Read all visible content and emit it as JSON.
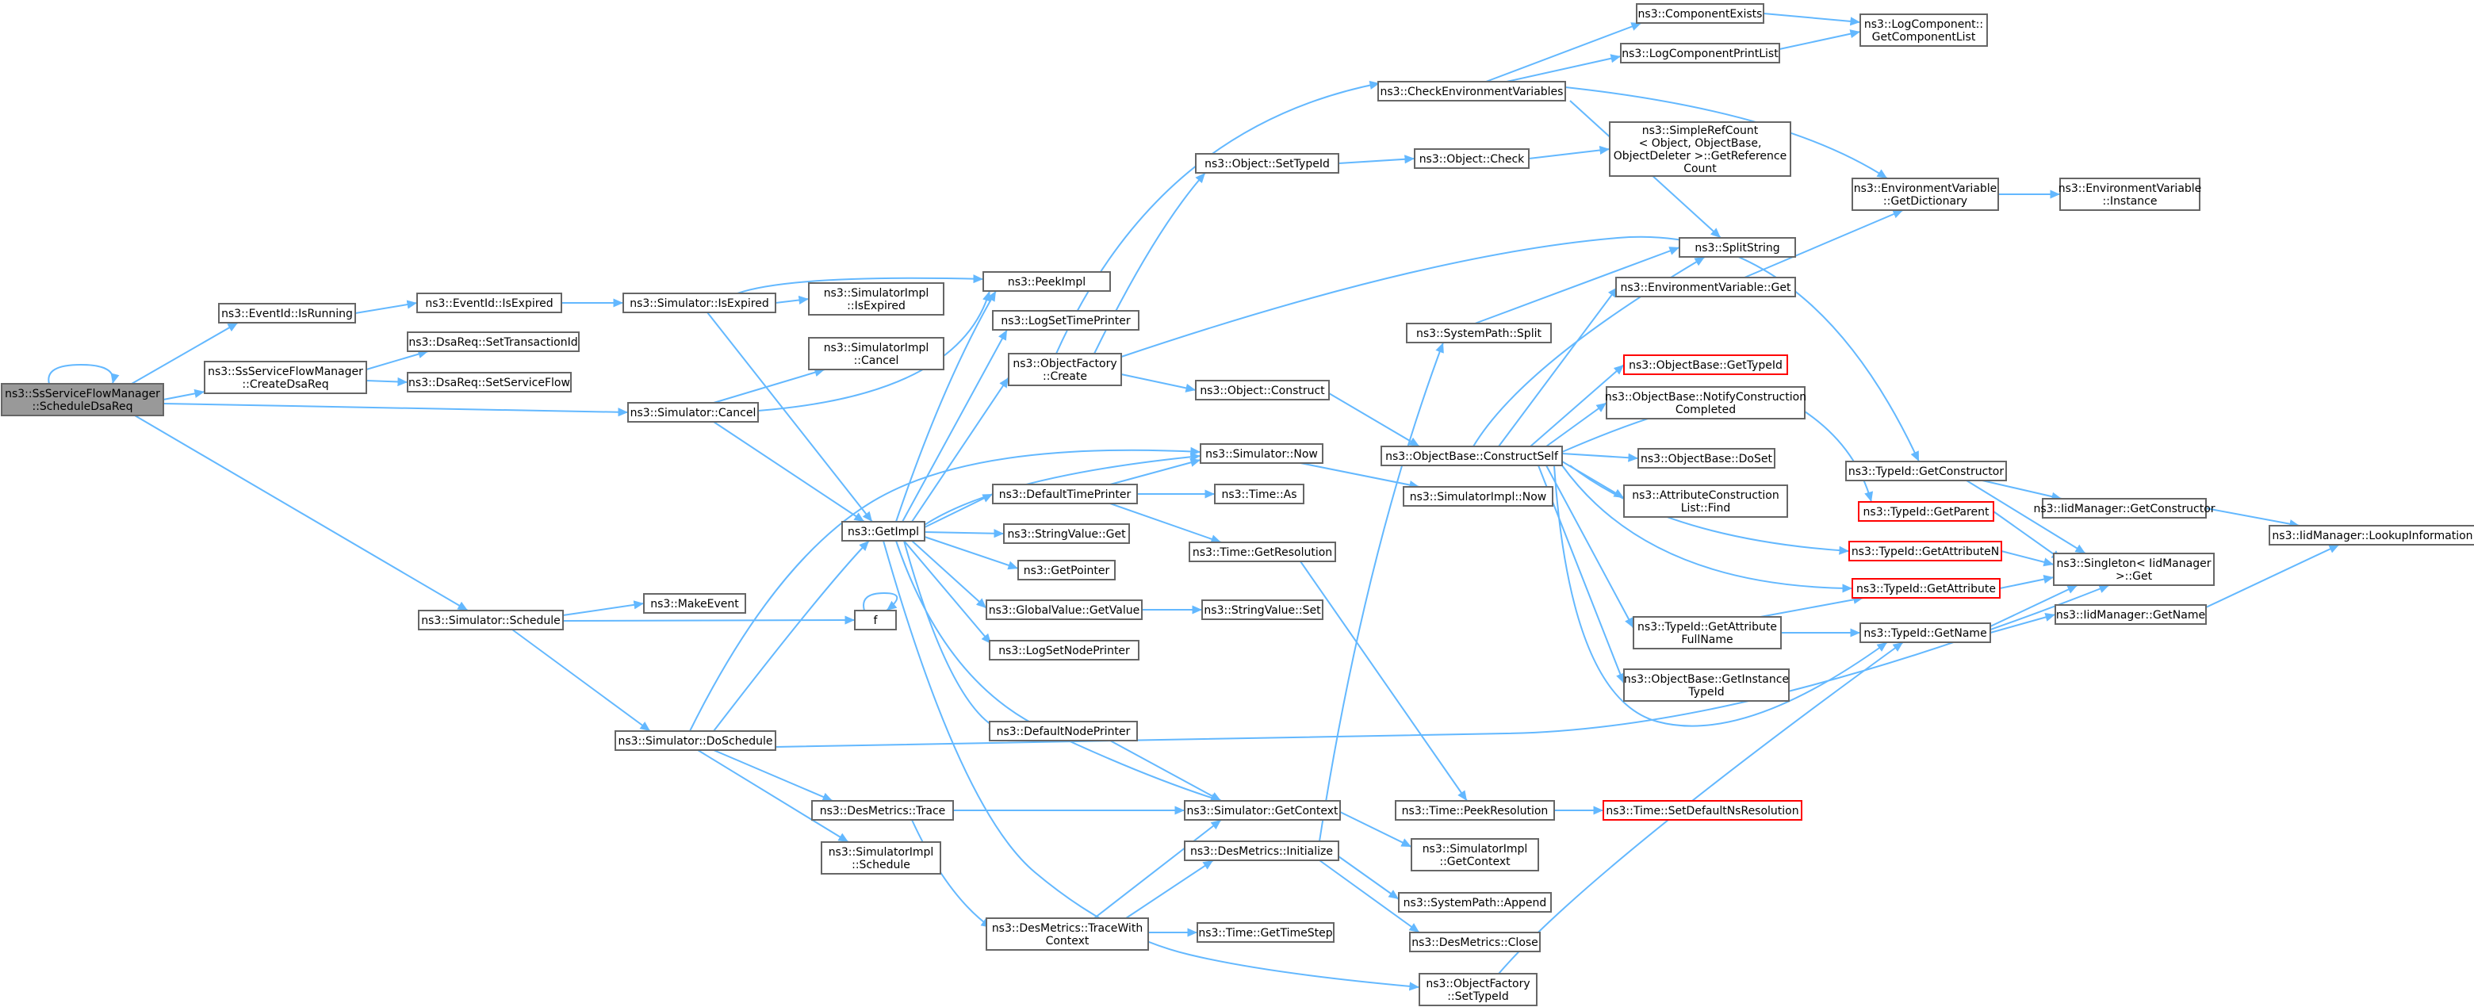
{
  "colors": {
    "edge": "#63b8ff",
    "border": "#666666",
    "red_border": "#ff0000",
    "root_fill": "#999999"
  },
  "nodes": {
    "n0": {
      "lines": [
        "ns3::SsServiceFlowManager",
        "::ScheduleDsaReq"
      ],
      "style": "root"
    },
    "n1": {
      "lines": [
        "ns3::EventId::IsRunning"
      ]
    },
    "n2": {
      "lines": [
        "ns3::SsServiceFlowManager",
        "::CreateDsaReq"
      ]
    },
    "n3": {
      "lines": [
        "ns3::Simulator::Cancel"
      ]
    },
    "n4": {
      "lines": [
        "ns3::Simulator::Schedule"
      ]
    },
    "n5": {
      "lines": [
        "ns3::EventId::IsExpired"
      ]
    },
    "n6": {
      "lines": [
        "ns3::DsaReq::SetTransactionId"
      ]
    },
    "n7": {
      "lines": [
        "ns3::DsaReq::SetServiceFlow"
      ]
    },
    "n8": {
      "lines": [
        "ns3::Simulator::IsExpired"
      ]
    },
    "n9": {
      "lines": [
        "ns3::SimulatorImpl",
        "::IsExpired"
      ]
    },
    "n10": {
      "lines": [
        "ns3::SimulatorImpl",
        "::Cancel"
      ]
    },
    "n11": {
      "lines": [
        "ns3::PeekImpl"
      ]
    },
    "n12": {
      "lines": [
        "ns3::GetImpl"
      ]
    },
    "n13": {
      "lines": [
        "ns3::MakeEvent"
      ]
    },
    "n14": {
      "lines": [
        "f"
      ]
    },
    "n15": {
      "lines": [
        "ns3::Simulator::DoSchedule"
      ]
    },
    "n16": {
      "lines": [
        "ns3::DesMetrics::Trace"
      ]
    },
    "n17": {
      "lines": [
        "ns3::SimulatorImpl",
        "::Schedule"
      ]
    },
    "n18": {
      "lines": [
        "ns3::LogSetTimePrinter"
      ]
    },
    "n19": {
      "lines": [
        "ns3::ObjectFactory",
        "::Create"
      ]
    },
    "n20": {
      "lines": [
        "ns3::DefaultTimePrinter"
      ]
    },
    "n21": {
      "lines": [
        "ns3::StringValue::Get"
      ]
    },
    "n22": {
      "lines": [
        "ns3::GetPointer"
      ]
    },
    "n23": {
      "lines": [
        "ns3::GlobalValue::GetValue"
      ]
    },
    "n24": {
      "lines": [
        "ns3::LogSetNodePrinter"
      ]
    },
    "n25": {
      "lines": [
        "ns3::DefaultNodePrinter"
      ]
    },
    "n26": {
      "lines": [
        "ns3::DesMetrics::TraceWith",
        "Context"
      ]
    },
    "n27": {
      "lines": [
        "ns3::Simulator::Now"
      ]
    },
    "n28": {
      "lines": [
        "ns3::Time::As"
      ]
    },
    "n29": {
      "lines": [
        "ns3::Time::GetResolution"
      ]
    },
    "n30": {
      "lines": [
        "ns3::StringValue::Set"
      ]
    },
    "n31": {
      "lines": [
        "ns3::Simulator::GetContext"
      ]
    },
    "n32": {
      "lines": [
        "ns3::DesMetrics::Initialize"
      ]
    },
    "n33": {
      "lines": [
        "ns3::Time::GetTimeStep"
      ]
    },
    "n34": {
      "lines": [
        "ns3::Object::SetTypeId"
      ]
    },
    "n35": {
      "lines": [
        "ns3::Object::Construct"
      ]
    },
    "n36": {
      "lines": [
        "ns3::SystemPath::Split"
      ]
    },
    "n37": {
      "lines": [
        "ns3::SimulatorImpl::Now"
      ]
    },
    "n38": {
      "lines": [
        "ns3::Time::PeekResolution"
      ]
    },
    "n39": {
      "lines": [
        "ns3::SimulatorImpl",
        "::GetContext"
      ]
    },
    "n40": {
      "lines": [
        "ns3::SystemPath::Append"
      ]
    },
    "n41": {
      "lines": [
        "ns3::DesMetrics::Close"
      ]
    },
    "n42": {
      "lines": [
        "ns3::ObjectFactory",
        "::SetTypeId"
      ]
    },
    "n43": {
      "lines": [
        "ns3::CheckEnvironmentVariables"
      ]
    },
    "n44": {
      "lines": [
        "ns3::Object::Check"
      ]
    },
    "n45": {
      "lines": [
        "ns3::ObjectBase::ConstructSelf"
      ]
    },
    "n46": {
      "lines": [
        "ns3::Time::SetDefaultNsResolution"
      ],
      "style": "red"
    },
    "n47": {
      "lines": [
        "ns3::ComponentExists"
      ]
    },
    "n48": {
      "lines": [
        "ns3::LogComponentPrintList"
      ]
    },
    "n49": {
      "lines": [
        "ns3::SimpleRefCount",
        "< Object, ObjectBase,",
        "ObjectDeleter >::GetReference",
        "Count"
      ]
    },
    "n50": {
      "lines": [
        "ns3::SplitString"
      ]
    },
    "n51": {
      "lines": [
        "ns3::EnvironmentVariable::Get"
      ]
    },
    "n52": {
      "lines": [
        "ns3::ObjectBase::GetTypeId"
      ],
      "style": "red"
    },
    "n53": {
      "lines": [
        "ns3::ObjectBase::NotifyConstruction",
        "Completed"
      ]
    },
    "n54": {
      "lines": [
        "ns3::ObjectBase::DoSet"
      ]
    },
    "n55": {
      "lines": [
        "ns3::AttributeConstruction",
        "List::Find"
      ]
    },
    "n56": {
      "lines": [
        "ns3::TypeId::GetAttribute",
        "FullName"
      ]
    },
    "n57": {
      "lines": [
        "ns3::ObjectBase::GetInstance",
        "TypeId"
      ]
    },
    "n58": {
      "lines": [
        "ns3::LogComponent::",
        "GetComponentList"
      ]
    },
    "n59": {
      "lines": [
        "ns3::EnvironmentVariable",
        "::GetDictionary"
      ]
    },
    "n60": {
      "lines": [
        "ns3::TypeId::GetConstructor"
      ]
    },
    "n61": {
      "lines": [
        "ns3::TypeId::GetParent"
      ],
      "style": "red"
    },
    "n62": {
      "lines": [
        "ns3::TypeId::GetAttributeN"
      ],
      "style": "red"
    },
    "n63": {
      "lines": [
        "ns3::TypeId::GetAttribute"
      ],
      "style": "red"
    },
    "n64": {
      "lines": [
        "ns3::TypeId::GetName"
      ]
    },
    "n65": {
      "lines": [
        "ns3::EnvironmentVariable",
        "::Instance"
      ]
    },
    "n66": {
      "lines": [
        "ns3::IidManager::GetConstructor"
      ]
    },
    "n67": {
      "lines": [
        "ns3::Singleton< IidManager",
        ">::Get"
      ]
    },
    "n68": {
      "lines": [
        "ns3::IidManager::GetName"
      ]
    },
    "n69": {
      "lines": [
        "ns3::IidManager::LookupInformation"
      ]
    }
  }
}
